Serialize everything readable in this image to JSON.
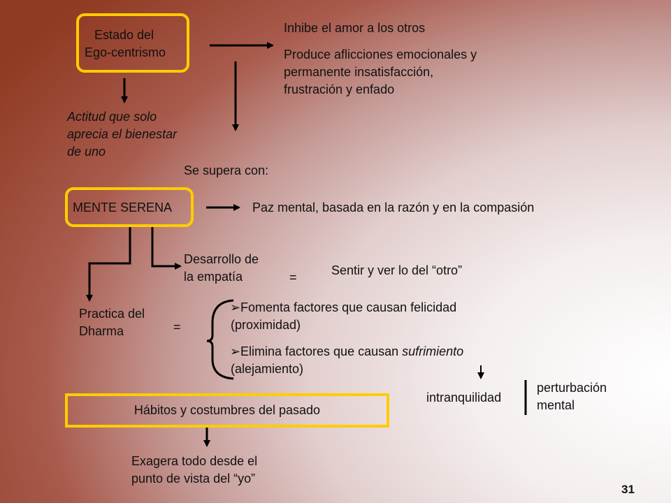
{
  "ego": {
    "label_line1": "Estado del",
    "label_line2": "Ego-centrismo",
    "attitude_line1": "Actitud que solo",
    "attitude_line2": "aprecia el bienestar",
    "attitude_line3": "de uno",
    "effect1": "Inhibe el amor a los otros",
    "effect2_line1": "Produce aflicciones emocionales y",
    "effect2_line2": "permanente insatisfacción,",
    "effect2_line3": "frustración y enfado"
  },
  "overcome_label": "Se supera con:",
  "serene": {
    "label": "MENTE SERENA",
    "result": "Paz mental, basada en la razón y en la compasión"
  },
  "empathy": {
    "line1": "Desarrollo de",
    "line2": "la empatía",
    "equals": "=",
    "meaning": "Sentir y ver lo del “otro”"
  },
  "dharma": {
    "line1": "Practica del",
    "line2": "Dharma",
    "equals": "=",
    "bullet_glyph": "➢",
    "point1_line1": "Fomenta factores que causan felicidad",
    "point1_line2": "(proximidad)",
    "point2_text": "Elimina factores que causan ",
    "point2_em": "sufrimiento",
    "point2_line2": "(alejamiento)"
  },
  "suffering": {
    "left": "intranquilidad",
    "right_line1": "perturbación",
    "right_line2": "mental"
  },
  "habits": {
    "label": "Hábitos y costumbres del pasado",
    "result_line1": "Exagera todo desde el",
    "result_line2": "punto de vista del “yo”"
  },
  "page_number": "31",
  "colors": {
    "box_border": "#ffcc00",
    "arrow": "#000000"
  }
}
